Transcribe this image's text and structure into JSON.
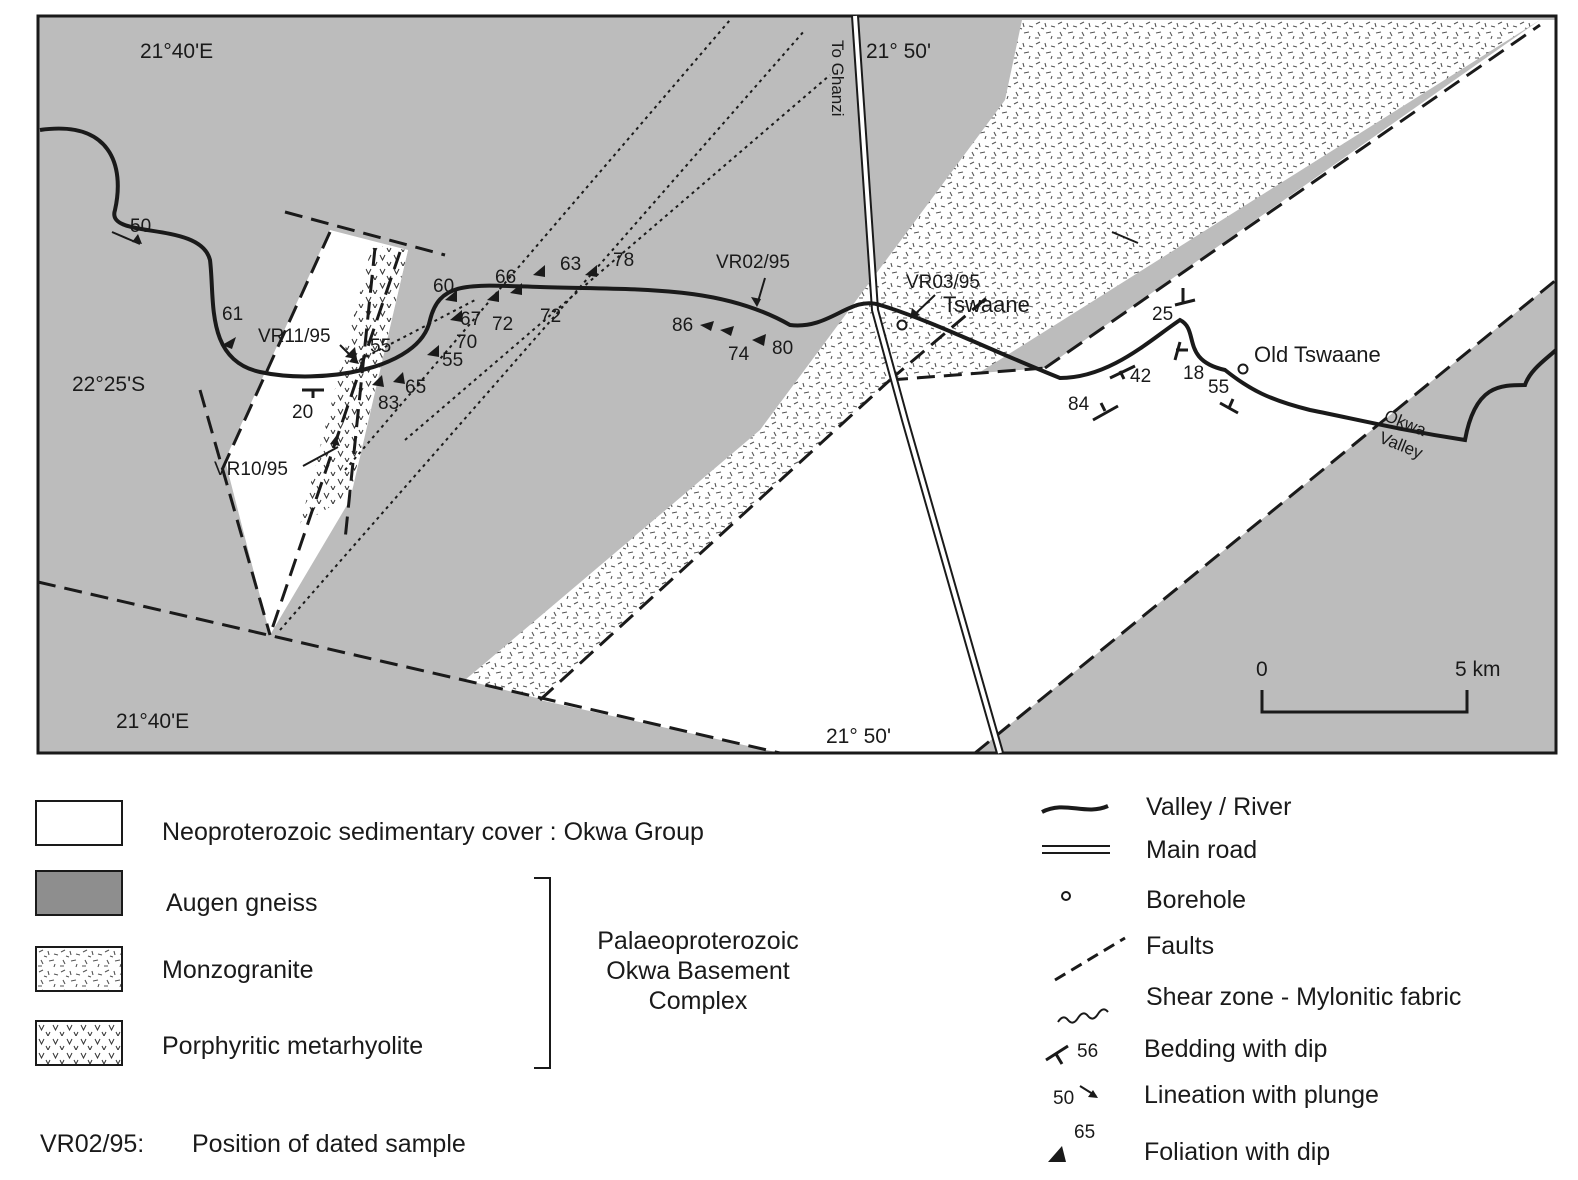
{
  "map": {
    "coords": {
      "lon_top_left": "21°40'E",
      "lon_top_right": "21° 50'",
      "lon_bottom_left": "21°40'E",
      "lon_bottom_right": "21° 50'",
      "lat_left": "22°25'S"
    },
    "road_label": "To Ghanzi",
    "places": {
      "tswaane": "Tswaane",
      "old_tswaane": "Old Tswaane",
      "okwa_valley_1": "Okwa",
      "okwa_valley_2": "Valley"
    },
    "samples": [
      "VR02/95",
      "VR03/95",
      "VR11/95",
      "VR10/95"
    ],
    "dip_values": [
      "50",
      "61",
      "60",
      "66",
      "63",
      "78",
      "67",
      "72",
      "72",
      "70",
      "55",
      "55",
      "65",
      "83",
      "20",
      "86",
      "74",
      "80",
      "25",
      "18",
      "55",
      "42",
      "84"
    ],
    "scale": {
      "start": "0",
      "end": "5 km"
    },
    "colors": {
      "augen_gneiss": "#bcbcbc",
      "frame": "#1a1a1a",
      "paper": "#ffffff"
    }
  },
  "legend": {
    "units": [
      {
        "label": "Neoproterozoic sedimentary cover :  Okwa Group",
        "pattern": "white"
      },
      {
        "label": "Augen gneiss",
        "pattern": "grey"
      },
      {
        "label": "Monzogranite",
        "pattern": "dashes"
      },
      {
        "label": "Porphyritic metarhyolite",
        "pattern": "v-marks"
      }
    ],
    "bracket_label": [
      "Palaeoproterozoic",
      "Okwa Basement",
      "Complex"
    ],
    "sample_key": "VR02/95:",
    "sample_text": "Position of dated sample",
    "symbols": [
      {
        "label": "Valley / River",
        "icon": "river-line-icon"
      },
      {
        "label": "Main road",
        "icon": "double-line-icon"
      },
      {
        "label": "Borehole",
        "icon": "circle-icon"
      },
      {
        "label": "Faults",
        "icon": "dashed-line-icon"
      },
      {
        "label": "Shear zone - Mylonitic fabric",
        "icon": "wavy-line-icon"
      },
      {
        "label": "Bedding with dip",
        "icon": "bedding-symbol-icon",
        "value": "56"
      },
      {
        "label": "Lineation with plunge",
        "icon": "lineation-arrow-icon",
        "value": "50"
      },
      {
        "label": "Foliation with dip",
        "icon": "foliation-triangle-icon",
        "value": "65"
      }
    ]
  }
}
